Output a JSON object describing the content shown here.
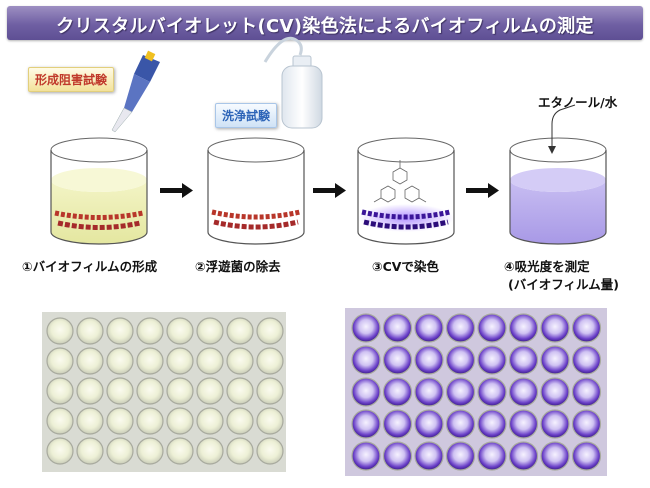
{
  "title": "クリスタルバイオレット(CV)染色法によるバイオフィルムの測定",
  "tags": {
    "formation_assay": "形成阻害試験",
    "washing_assay": "洗浄試験"
  },
  "solvent_label": "エタノール/水",
  "steps": [
    {
      "label": "①バイオフィルムの形成"
    },
    {
      "label": "②浮遊菌の除去"
    },
    {
      "label": "③CVで染色"
    },
    {
      "label": "④吸光度を測定",
      "sublabel": "(バイオフィルム量)"
    }
  ],
  "colors": {
    "title_bg": "#6f5fa3",
    "medium": "#eef0b8",
    "biofilm": "#c0392b",
    "stain": "#4b1fb0",
    "solution": "#b6a9ec"
  }
}
